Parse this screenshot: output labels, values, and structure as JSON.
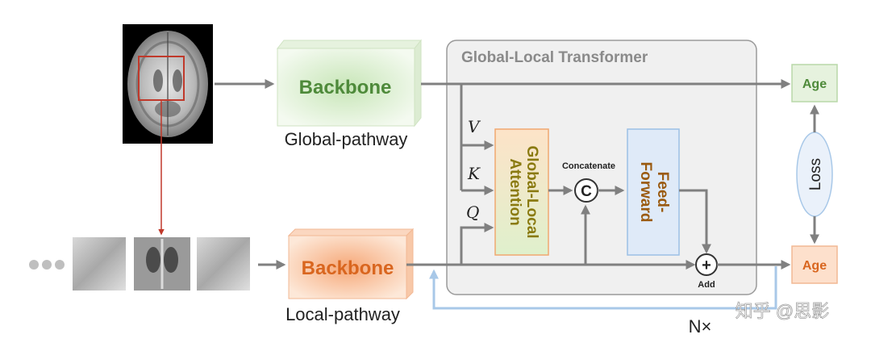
{
  "transformer": {
    "title": "Global-Local Transformer"
  },
  "global_pathway": {
    "backbone_label": "Backbone",
    "caption": "Global-pathway"
  },
  "local_pathway": {
    "backbone_label": "Backbone",
    "caption": "Local-pathway"
  },
  "inputs": {
    "v": "V",
    "k": "K",
    "q": "Q"
  },
  "attention": {
    "line1": "Global-Local",
    "line2": "Attention"
  },
  "concat": {
    "symbol": "C",
    "label": "Concatenate"
  },
  "feedforward": {
    "line1": "Feed-",
    "line2": "Forward"
  },
  "add": {
    "symbol": "+",
    "label": "Add"
  },
  "outputs": {
    "global_age": "Age",
    "local_age": "Age",
    "loss": "Loss"
  },
  "repeat": {
    "label": "N×"
  },
  "watermark": {
    "text": "知乎 @思影"
  },
  "colors": {
    "arrow": "#808080",
    "global_green": "#4e8a3a",
    "local_orange": "#d9661f",
    "attention_olive": "#8a7a10",
    "feedforward_brown": "#9a5a10",
    "crop_red": "#c0392b",
    "loop_blue": "#a8c8e8"
  }
}
